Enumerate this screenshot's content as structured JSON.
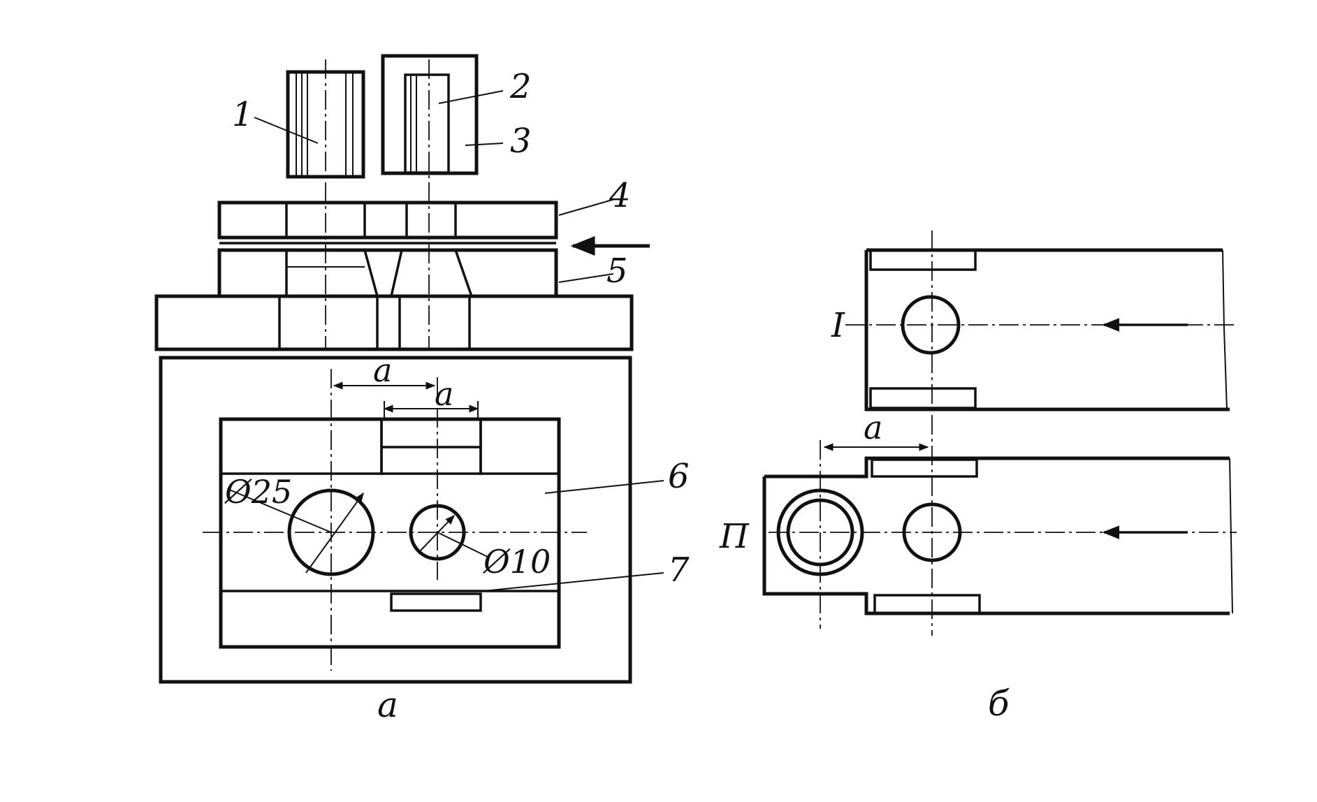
{
  "labels": {
    "part_1": "1",
    "part_2": "2",
    "part_3": "3",
    "part_4": "4",
    "part_5": "5",
    "part_6": "6",
    "part_7": "7",
    "dim_a_1": "a",
    "dim_a_2": "a",
    "dim_a_3": "a",
    "dia_25": "Ø25",
    "dia_10": "Ø10",
    "pos_I": "I",
    "pos_II": "П",
    "caption_a": "а",
    "caption_b": "б"
  },
  "colors": {
    "line": "#111111",
    "background": "#ffffff"
  }
}
